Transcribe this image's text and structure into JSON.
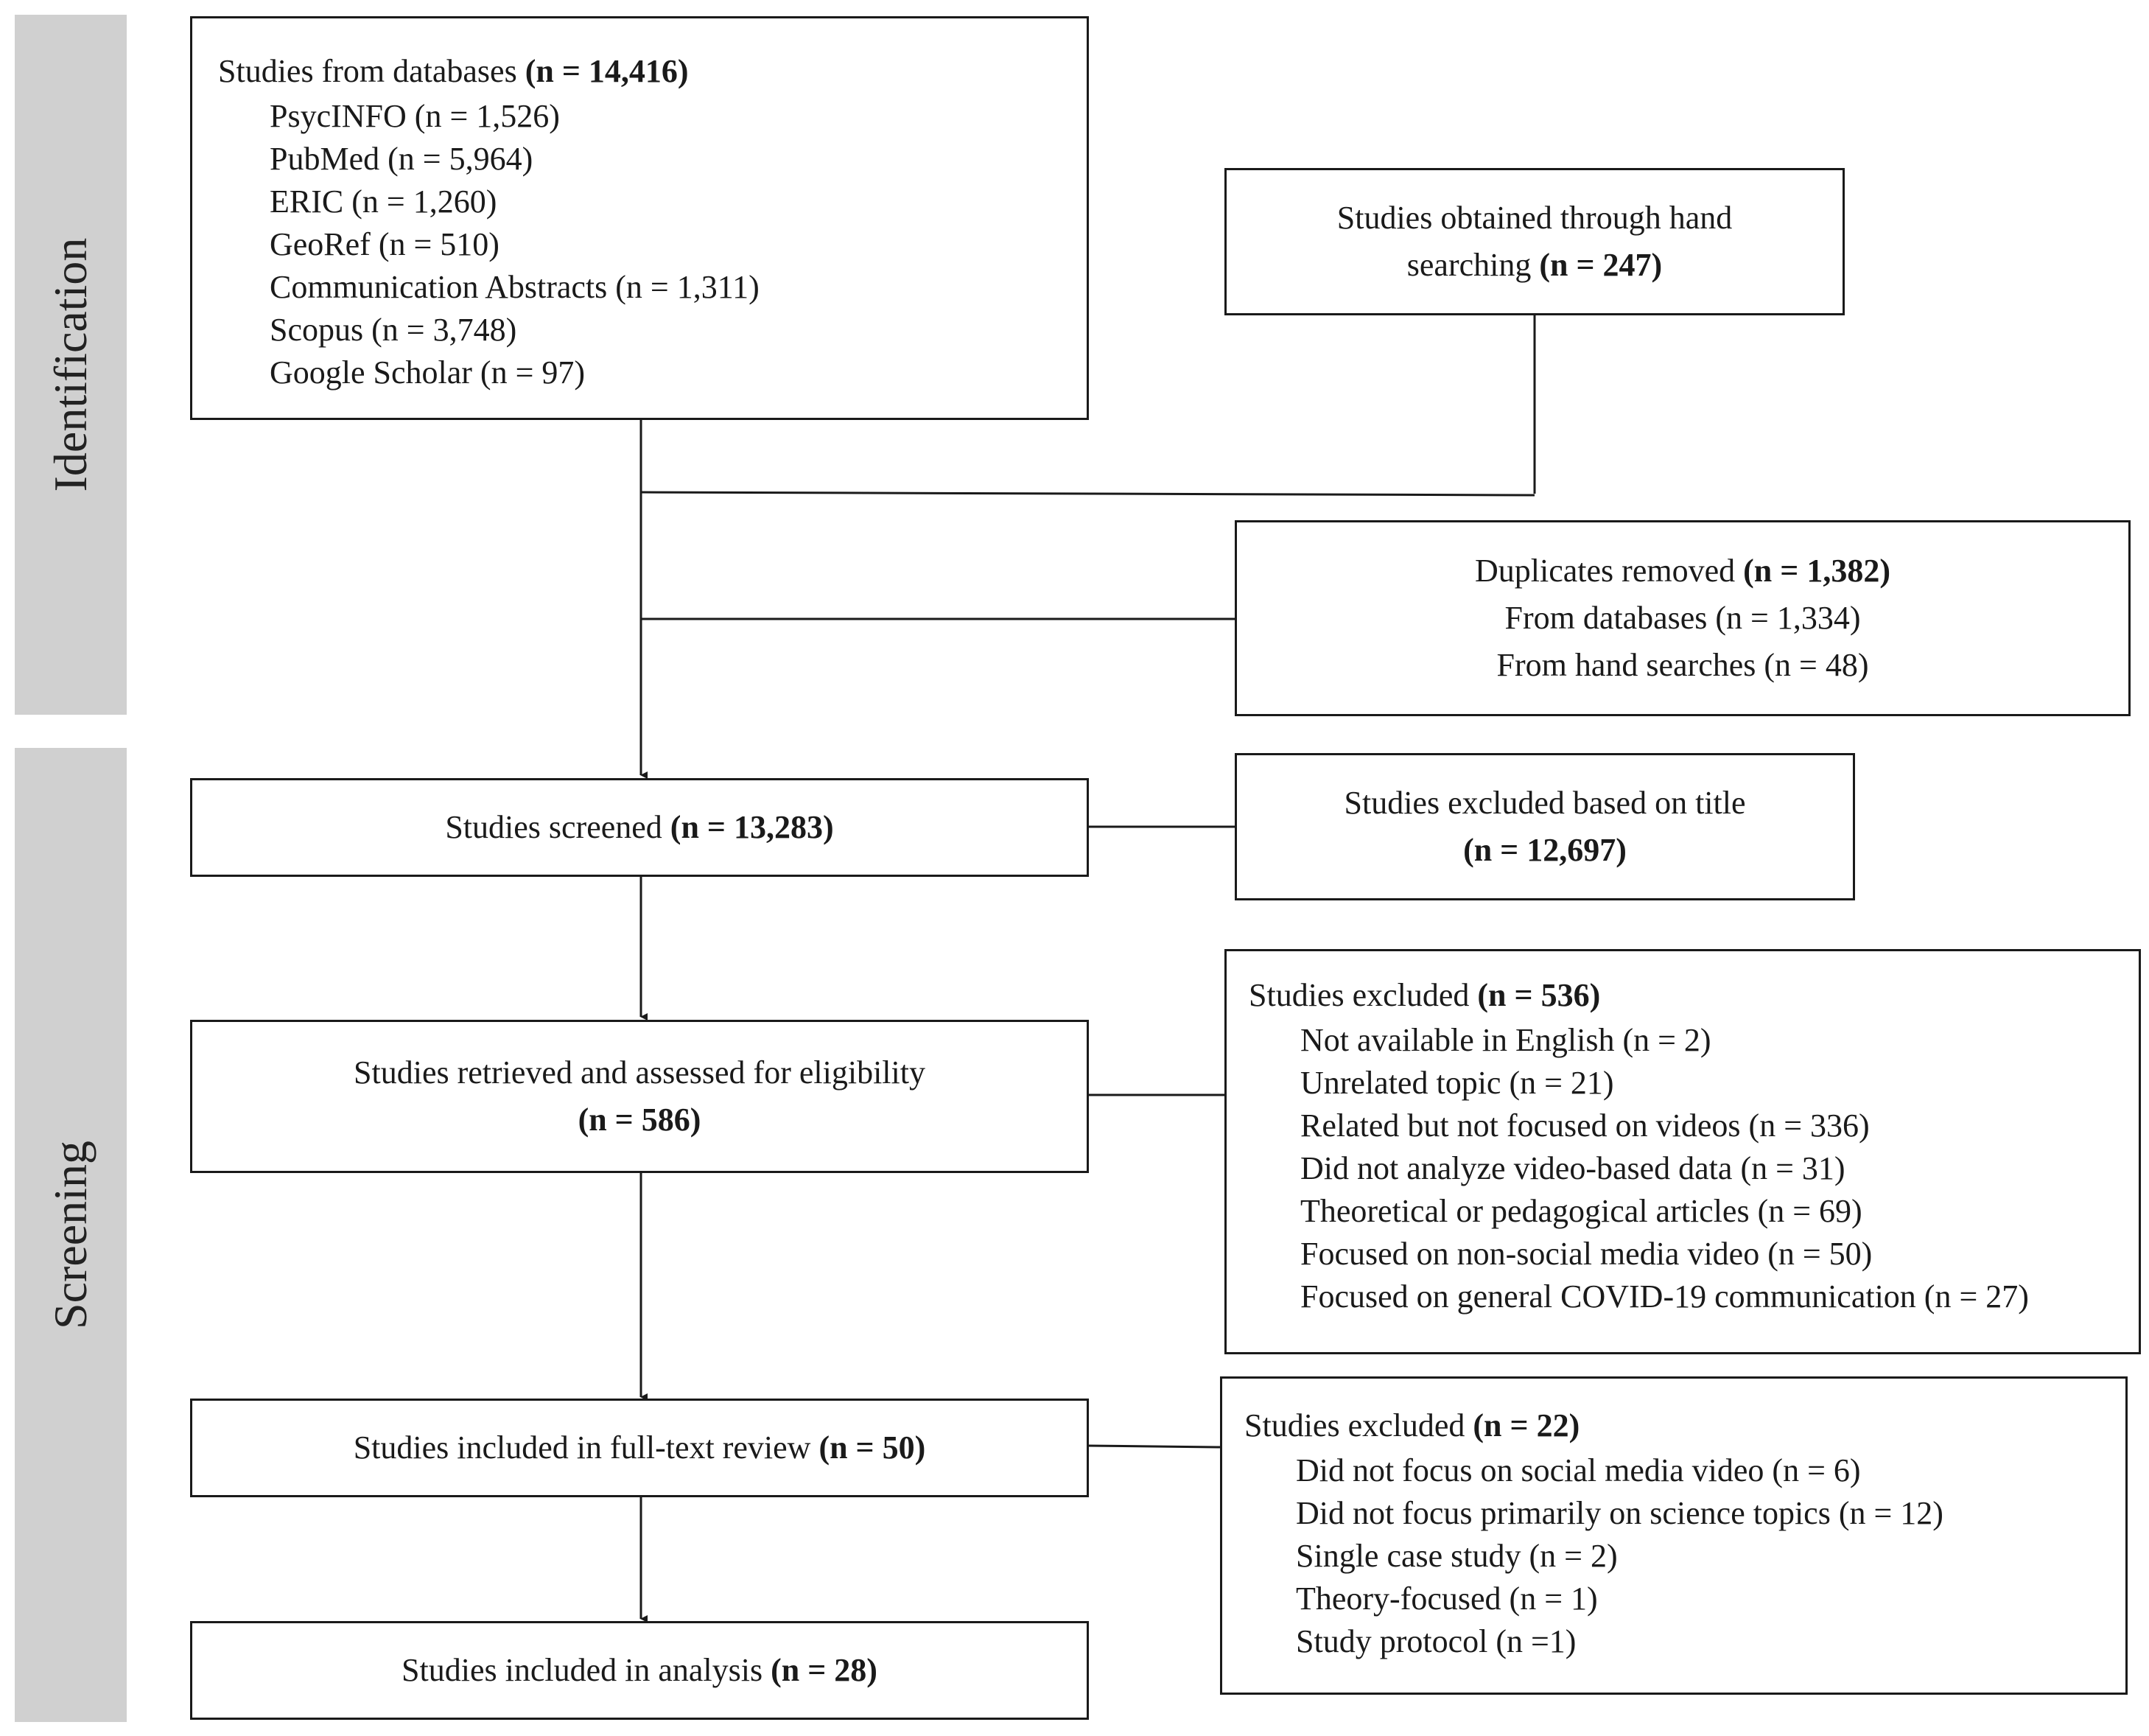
{
  "phases": {
    "identification": "Identification",
    "screening": "Screening"
  },
  "databases": {
    "title": "Studies from databases",
    "count": "(n = 14,416)",
    "items": [
      "PsycINFO (n = 1,526)",
      "PubMed (n = 5,964)",
      "ERIC (n = 1,260)",
      "GeoRef (n = 510)",
      "Communication Abstracts (n = 1,311)",
      "Scopus (n = 3,748)",
      "Google Scholar (n = 97)"
    ]
  },
  "hand": {
    "line1": "Studies obtained through hand",
    "line2": "searching",
    "count": "(n = 247)"
  },
  "duplicates": {
    "title": "Duplicates removed",
    "count": "(n = 1,382)",
    "items": [
      "From databases (n = 1,334)",
      "From hand searches (n = 48)"
    ]
  },
  "screened": {
    "title": "Studies screened",
    "count": "(n = 13,283)"
  },
  "excluded_title": {
    "line1": "Studies excluded based on title",
    "count": "(n = 12,697)"
  },
  "retrieved": {
    "line1": "Studies retrieved and assessed for eligibility",
    "count": "(n = 586)"
  },
  "excluded1": {
    "title": "Studies excluded",
    "count": "(n = 536)",
    "items": [
      "Not available in English (n = 2)",
      "Unrelated topic (n = 21)",
      "Related but not focused on videos (n = 336)",
      "Did not analyze video-based data (n = 31)",
      "Theoretical or pedagogical articles (n = 69)",
      "Focused on non-social media video (n = 50)",
      "Focused on general COVID-19 communication (n = 27)"
    ]
  },
  "fulltext": {
    "title": "Studies included in full-text review",
    "count": "(n = 50)"
  },
  "excluded2": {
    "title": "Studies excluded",
    "count": "(n = 22)",
    "items": [
      "Did not focus on social media video (n = 6)",
      "Did not focus primarily on science topics (n = 12)",
      "Single case study (n = 2)",
      "Theory-focused (n = 1)",
      "Study protocol (n =1)"
    ]
  },
  "included": {
    "title": "Studies included in analysis",
    "count": "(n = 28)"
  }
}
